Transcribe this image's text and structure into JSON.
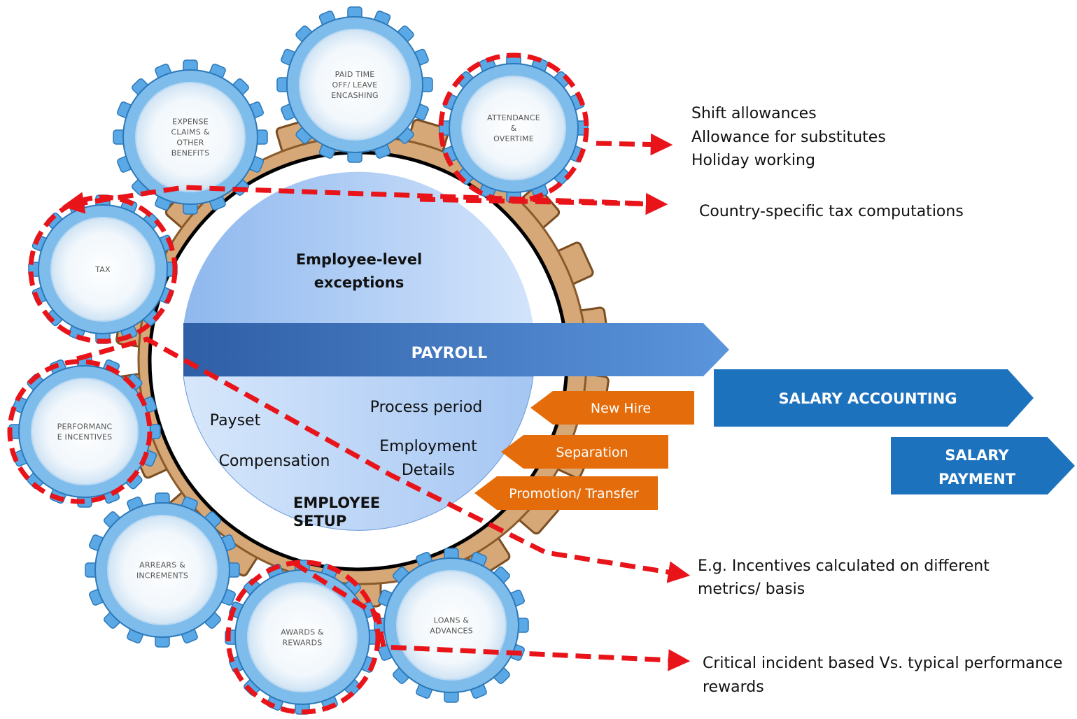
{
  "colors": {
    "gear_blue": "#4aa0e0",
    "gear_light": "#e6f2fb",
    "big_gear": "#d6a777",
    "core_blue": "#9ec3f2",
    "band_blue": "#3f78c9",
    "arrow_blue": "#1d72bd",
    "tag_orange": "#e46c0a",
    "dash_red": "#e8141a"
  },
  "gears": [
    {
      "id": "expense",
      "lines": [
        "EXPENSE",
        "CLAIMS &",
        "OTHER",
        "BENEFITS"
      ]
    },
    {
      "id": "paid-time-off",
      "lines": [
        "PAID TIME",
        "OFF/ LEAVE",
        "ENCASHING"
      ]
    },
    {
      "id": "attendance",
      "lines": [
        "ATTENDANCE",
        "&",
        "OVERTIME"
      ]
    },
    {
      "id": "tax",
      "lines": [
        "TAX"
      ]
    },
    {
      "id": "performance",
      "lines": [
        "PERFORMANC",
        "E INCENTIVES"
      ]
    },
    {
      "id": "arrears",
      "lines": [
        "ARREARS &",
        "INCREMENTS"
      ]
    },
    {
      "id": "awards",
      "lines": [
        "AWARDS &",
        "REWARDS"
      ]
    },
    {
      "id": "loans",
      "lines": [
        "LOANS &",
        "ADVANCES"
      ]
    }
  ],
  "core": {
    "top_line1": "Employee-level",
    "top_line2": "exceptions",
    "band": "PAYROLL",
    "payset": "Payset",
    "process_period": "Process period",
    "compensation": "Compensation",
    "employment_line1": "Employment",
    "employment_line2": "Details",
    "setup_line1": "EMPLOYEE",
    "setup_line2": "SETUP"
  },
  "tags": {
    "new_hire": "New Hire",
    "separation": "Separation",
    "promotion": "Promotion/ Transfer"
  },
  "flow": {
    "salary_accounting": "SALARY ACCOUNTING",
    "salary_payment_line1": "SALARY",
    "salary_payment_line2": "PAYMENT"
  },
  "notes": {
    "attendance": [
      "Shift allowances",
      "Allowance for substitutes",
      "Holiday working"
    ],
    "tax": "Country-specific tax computations",
    "performance_line1": "E.g. Incentives calculated on different",
    "performance_line2": "metrics/ basis",
    "awards_line1": "Critical incident based Vs. typical performance",
    "awards_line2": "rewards"
  }
}
